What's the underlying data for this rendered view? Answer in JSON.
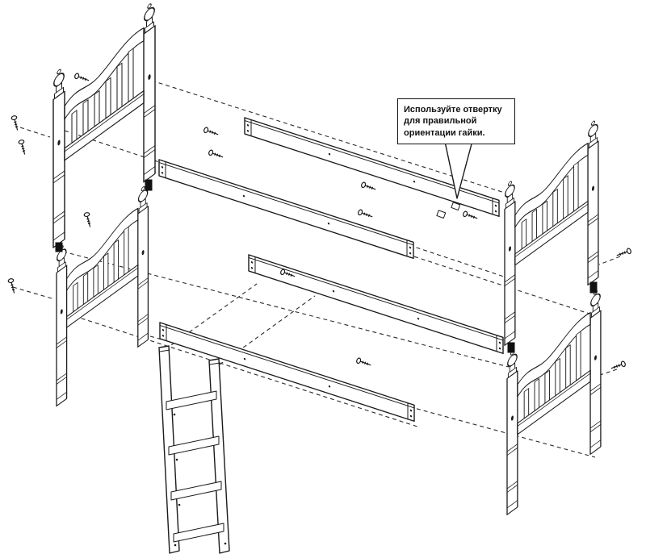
{
  "callout": {
    "lines": [
      "Используйте отвертку",
      "для правильной",
      "ориентации гайки."
    ]
  },
  "colors": {
    "line": "#1a1a1a",
    "background": "#ffffff",
    "pin": "#111111"
  }
}
